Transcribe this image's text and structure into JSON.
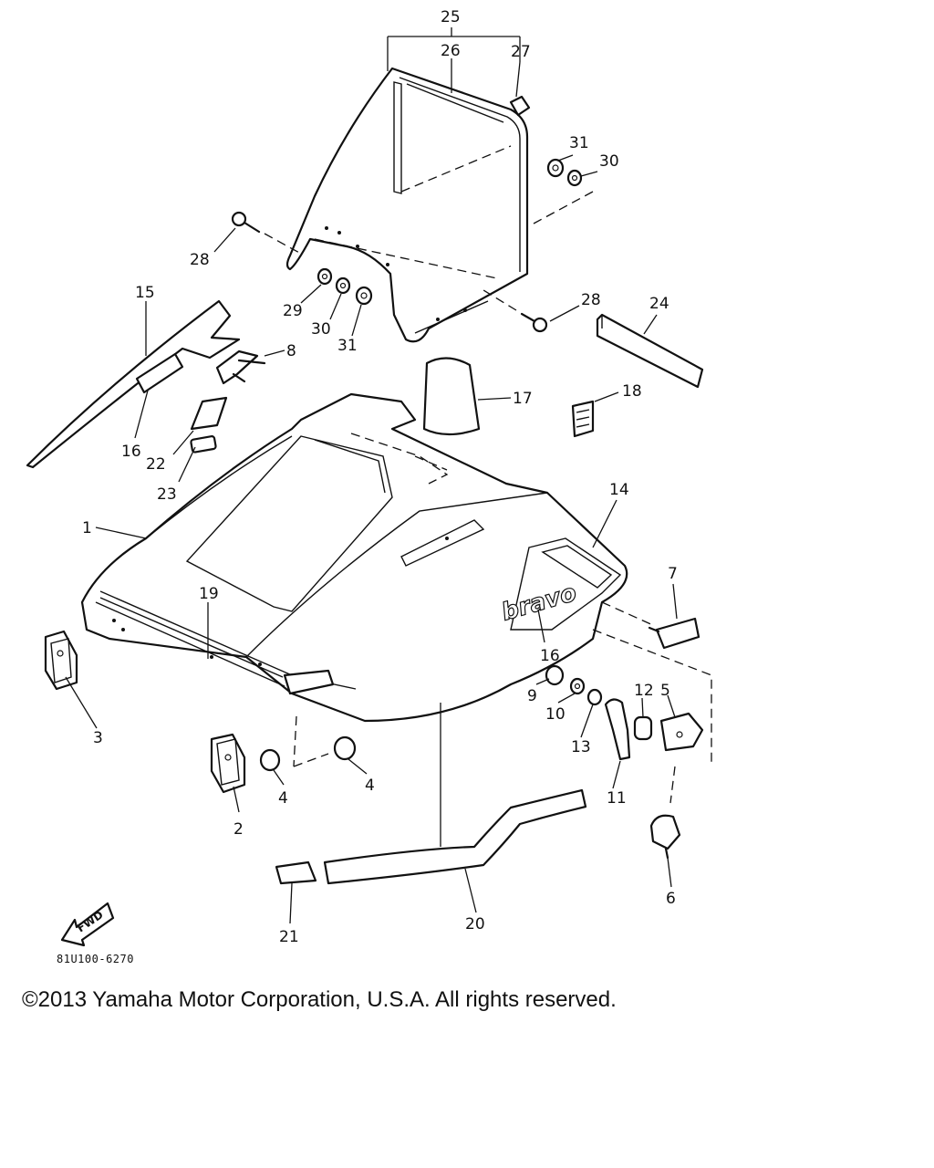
{
  "diagram": {
    "brand_decal_text": "bravo",
    "fwd_label": "FWD",
    "drawing_code": "81U100-6270",
    "copyright": "©2013 Yamaha Motor Corporation, U.S.A. All rights reserved.",
    "callouts": {
      "c1": "1",
      "c2": "2",
      "c3": "3",
      "c4a": "4",
      "c4b": "4",
      "c5": "5",
      "c6": "6",
      "c7": "7",
      "c8": "8",
      "c9": "9",
      "c10": "10",
      "c11": "11",
      "c12": "12",
      "c13": "13",
      "c14": "14",
      "c15": "15",
      "c16a": "16",
      "c16b": "16",
      "c17": "17",
      "c18": "18",
      "c19": "19",
      "c20": "20",
      "c21": "21",
      "c22": "22",
      "c23": "23",
      "c24": "24",
      "c25": "25",
      "c26": "26",
      "c27": "27",
      "c28a": "28",
      "c28b": "28",
      "c29": "29",
      "c30a": "30",
      "c30b": "30",
      "c31a": "31",
      "c31b": "31"
    }
  }
}
